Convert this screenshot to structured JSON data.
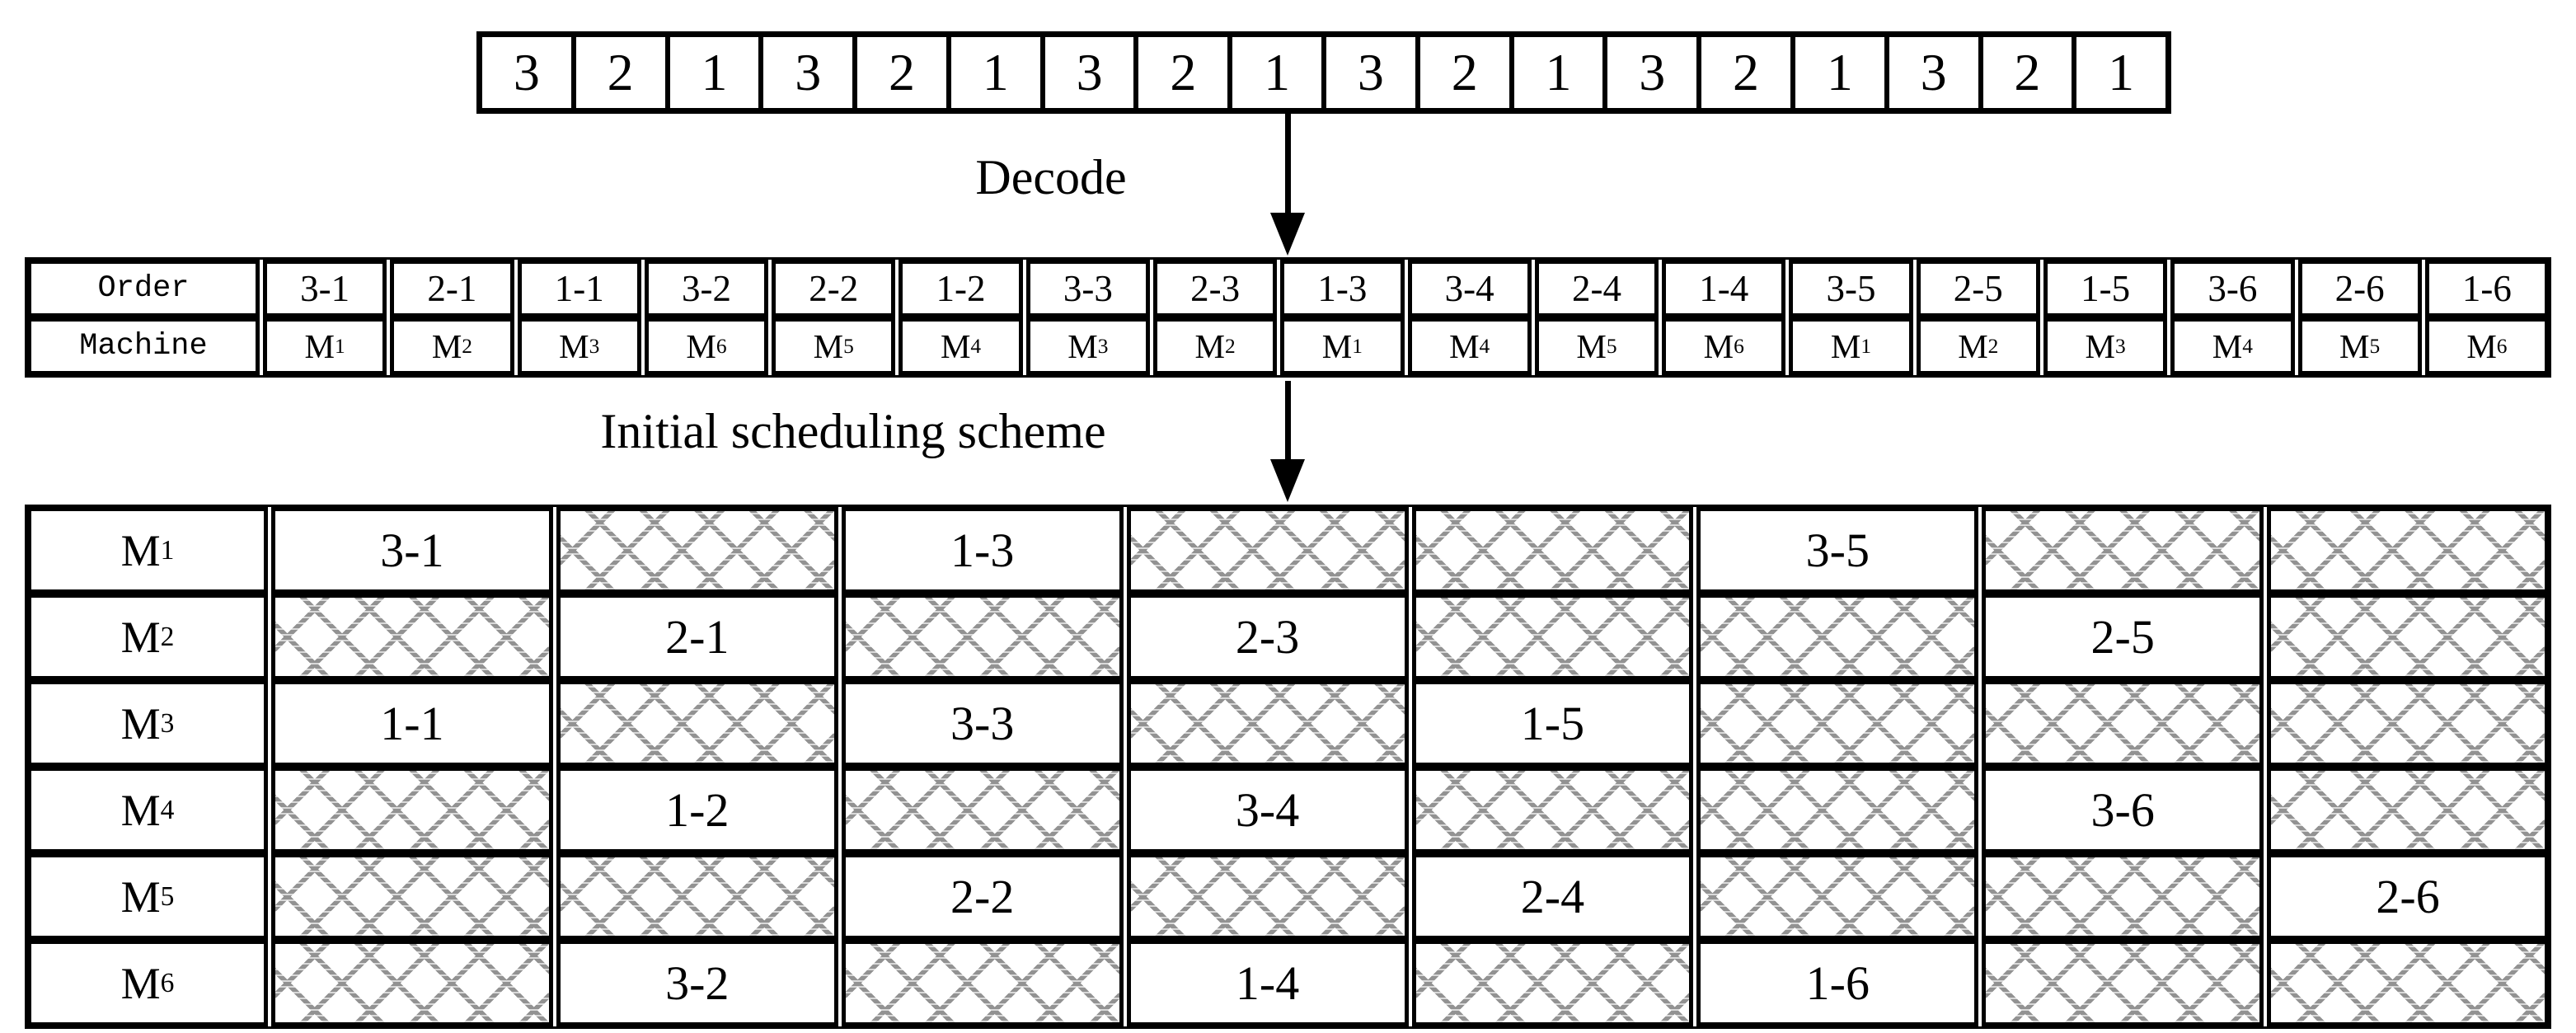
{
  "chromosome": {
    "genes": [
      "3",
      "2",
      "1",
      "3",
      "2",
      "1",
      "3",
      "2",
      "1",
      "3",
      "2",
      "1",
      "3",
      "2",
      "1",
      "3",
      "2",
      "1"
    ]
  },
  "decode": {
    "label": "Decode"
  },
  "scheme": {
    "label": "Initial scheduling scheme"
  },
  "order_table": {
    "row_headers": {
      "order": "Order",
      "machine": "Machine"
    },
    "columns": [
      {
        "order": "3-1",
        "machine_base": "M",
        "machine_sub": "1"
      },
      {
        "order": "2-1",
        "machine_base": "M",
        "machine_sub": "2"
      },
      {
        "order": "1-1",
        "machine_base": "M",
        "machine_sub": "3"
      },
      {
        "order": "3-2",
        "machine_base": "M",
        "machine_sub": "6"
      },
      {
        "order": "2-2",
        "machine_base": "M",
        "machine_sub": "5"
      },
      {
        "order": "1-2",
        "machine_base": "M",
        "machine_sub": "4"
      },
      {
        "order": "3-3",
        "machine_base": "M",
        "machine_sub": "3"
      },
      {
        "order": "2-3",
        "machine_base": "M",
        "machine_sub": "2"
      },
      {
        "order": "1-3",
        "machine_base": "M",
        "machine_sub": "1"
      },
      {
        "order": "3-4",
        "machine_base": "M",
        "machine_sub": "4"
      },
      {
        "order": "2-4",
        "machine_base": "M",
        "machine_sub": "5"
      },
      {
        "order": "1-4",
        "machine_base": "M",
        "machine_sub": "6"
      },
      {
        "order": "3-5",
        "machine_base": "M",
        "machine_sub": "1"
      },
      {
        "order": "2-5",
        "machine_base": "M",
        "machine_sub": "2"
      },
      {
        "order": "1-5",
        "machine_base": "M",
        "machine_sub": "3"
      },
      {
        "order": "3-6",
        "machine_base": "M",
        "machine_sub": "4"
      },
      {
        "order": "2-6",
        "machine_base": "M",
        "machine_sub": "5"
      },
      {
        "order": "1-6",
        "machine_base": "M",
        "machine_sub": "6"
      }
    ]
  },
  "gantt": {
    "rows": [
      {
        "machine_base": "M",
        "machine_sub": "1",
        "cells": [
          {
            "type": "job",
            "label": "3-1"
          },
          {
            "type": "idle"
          },
          {
            "type": "job",
            "label": "1-3"
          },
          {
            "type": "idle"
          },
          {
            "type": "idle"
          },
          {
            "type": "job",
            "label": "3-5"
          },
          {
            "type": "idle"
          },
          {
            "type": "idle"
          }
        ]
      },
      {
        "machine_base": "M",
        "machine_sub": "2",
        "cells": [
          {
            "type": "idle"
          },
          {
            "type": "job",
            "label": "2-1"
          },
          {
            "type": "idle"
          },
          {
            "type": "job",
            "label": "2-3"
          },
          {
            "type": "idle"
          },
          {
            "type": "idle"
          },
          {
            "type": "job",
            "label": "2-5"
          },
          {
            "type": "idle"
          }
        ]
      },
      {
        "machine_base": "M",
        "machine_sub": "3",
        "cells": [
          {
            "type": "job",
            "label": "1-1"
          },
          {
            "type": "idle"
          },
          {
            "type": "job",
            "label": "3-3"
          },
          {
            "type": "idle"
          },
          {
            "type": "job",
            "label": "1-5"
          },
          {
            "type": "idle"
          },
          {
            "type": "idle"
          },
          {
            "type": "idle"
          }
        ]
      },
      {
        "machine_base": "M",
        "machine_sub": "4",
        "cells": [
          {
            "type": "idle"
          },
          {
            "type": "job",
            "label": "1-2"
          },
          {
            "type": "idle"
          },
          {
            "type": "job",
            "label": "3-4"
          },
          {
            "type": "idle"
          },
          {
            "type": "idle"
          },
          {
            "type": "job",
            "label": "3-6"
          },
          {
            "type": "idle"
          }
        ]
      },
      {
        "machine_base": "M",
        "machine_sub": "5",
        "cells": [
          {
            "type": "idle"
          },
          {
            "type": "idle"
          },
          {
            "type": "job",
            "label": "2-2"
          },
          {
            "type": "idle"
          },
          {
            "type": "job",
            "label": "2-4"
          },
          {
            "type": "idle"
          },
          {
            "type": "idle"
          },
          {
            "type": "job",
            "label": "2-6"
          }
        ]
      },
      {
        "machine_base": "M",
        "machine_sub": "6",
        "cells": [
          {
            "type": "idle"
          },
          {
            "type": "job",
            "label": "3-2"
          },
          {
            "type": "idle"
          },
          {
            "type": "job",
            "label": "1-4"
          },
          {
            "type": "idle"
          },
          {
            "type": "job",
            "label": "1-6"
          },
          {
            "type": "idle"
          },
          {
            "type": "idle"
          }
        ]
      }
    ]
  },
  "colors": {
    "ink": "#000000",
    "hatch": "#929292",
    "background": "#ffffff"
  }
}
